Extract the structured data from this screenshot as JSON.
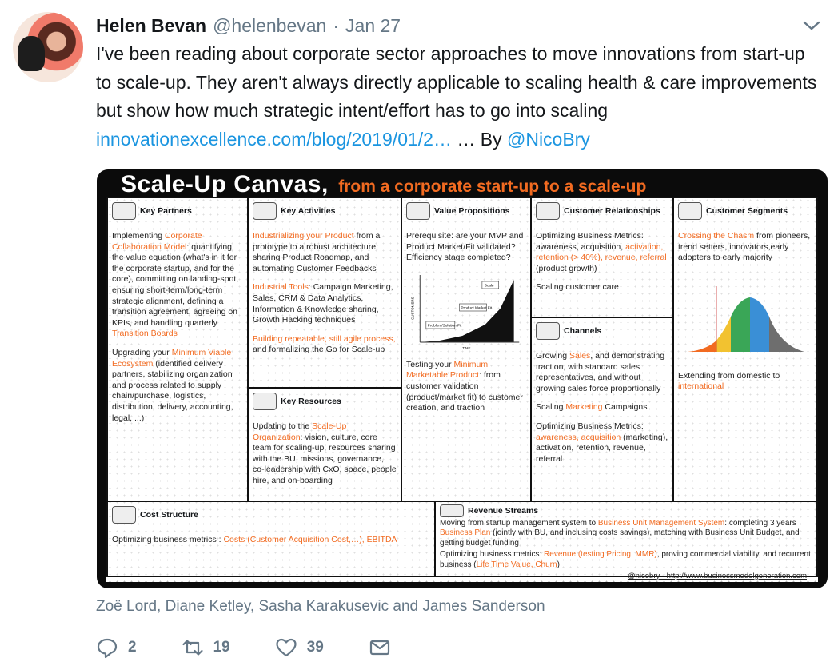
{
  "tweet": {
    "author_name": "Helen Bevan",
    "handle": "@helenbevan",
    "separator": "·",
    "date": "Jan 27",
    "text_before_link": "I've been reading about corporate sector approaches to move innovations from start-up to scale-up. They aren't always directly applicable to scaling health & care improvements but show how much strategic intent/effort has to go into scaling ",
    "link_text": "innovationexcellence.com/blog/2019/01/2…",
    "text_between": " … By ",
    "mention": "@NicoBry"
  },
  "canvas": {
    "title": "Scale-Up Canvas,",
    "subtitle": "from a corporate start-up to a scale-up",
    "credit": "@nicobry - http://www.businessmodelgeneration.com",
    "key_partners": {
      "title": "Key Partners",
      "p1_a": "Implementing ",
      "p1_b": "Corporate Collaboration Model",
      "p1_c": ": quantifying the value equation (what's in it for the corporate startup, and for the core), committing on landing-spot, ensuring short-term/long-term strategic alignment, defining a transition agreement, agreeing on KPIs, and handling quarterly ",
      "p1_d": "Transition Boards",
      "p2_a": "Upgrading your ",
      "p2_b": "Minimum Viable Ecosystem",
      "p2_c": " (identified delivery partners, stabilizing organization and process related to supply chain/purchase, logistics, distribution, delivery, accounting, legal, ...)"
    },
    "key_activities": {
      "title": "Key Activities",
      "p1_a": "Industrializing your Product",
      "p1_b": " from a prototype to a robust architecture; sharing Product Roadmap, and automating Customer Feedbacks",
      "p2_a": "Industrial Tools",
      "p2_b": ": Campaign Marketing, Sales, CRM & Data Analytics, Information & Knowledge sharing, Growth Hacking techniques",
      "p3_a": "Building repeatable, still agile process,",
      "p3_b": " and formalizing the Go for Scale-up"
    },
    "key_resources": {
      "title": "Key Resources",
      "p1_a": "Updating to the ",
      "p1_b": "Scale-Up Organization",
      "p1_c": ": vision, culture, core team for scaling-up, resources sharing with the BU, missions, governance, co-leadership with CxO, space, people hire, and on-boarding"
    },
    "value_propositions": {
      "title": "Value Propositions",
      "p1": "Prerequisite: are your MVP and Product Market/Fit validated? Efficiency stage completed?",
      "p2_a": "Testing your ",
      "p2_b": "Minimum Marketable Product",
      "p2_c": ": from customer validation (product/market fit) to customer creation, and traction",
      "mini": {
        "s1": "Problem/Solution Fit",
        "s2": "Product Market Fit",
        "s3": "Scale",
        "ylabel": "CUSTOMERS",
        "xlabel": "TIME"
      }
    },
    "customer_relationships": {
      "title": "Customer Relationships",
      "p1_a": "Optimizing Business Metrics: awareness, acquisition, ",
      "p1_b": "activation, retention (> 40%), revenue, referral",
      "p1_c": " (product growth)",
      "p2": "Scaling customer care"
    },
    "channels": {
      "title": "Channels",
      "p1_a": "Growing ",
      "p1_b": "Sales",
      "p1_c": ", and demonstrating traction, with standard sales representatives, and without growing sales force proportionally",
      "p2_a": "Scaling ",
      "p2_b": "Marketing",
      "p2_c": " Campaigns",
      "p3_a": "Optimizing Business Metrics: ",
      "p3_b": "awareness, acquisition",
      "p3_c": " (marketing), activation, retention, revenue, referral"
    },
    "customer_segments": {
      "title": "Customer Segments",
      "p1_a": "Crossing the Chasm",
      "p1_b": " from pioneers, trend setters, innovators,early adopters to early majority",
      "p2_a": "Extending from domestic to ",
      "p2_b": "international",
      "bell_colors": [
        "#f26b21",
        "#f2c230",
        "#3aa657",
        "#3a8fd6",
        "#6e6e6e"
      ]
    },
    "cost_structure": {
      "title": "Cost Structure",
      "p1_a": "Optimizing business metrics : ",
      "p1_b": "Costs (Customer Acquisition Cost,…), EBITDA"
    },
    "revenue_streams": {
      "title": "Revenue Streams",
      "p1_a": "Moving from startup management system to ",
      "p1_b": "Business Unit Management System",
      "p1_c": ": completing 3 years ",
      "p1_d": "Business Plan",
      "p1_e": " (jointly with BU, and inclusing costs savings), matching with Business Unit Budget, and getting budget funding",
      "p2_a": "Optimizing business metrics: ",
      "p2_b": "Revenue (testing Pricing, MMR)",
      "p2_c": ", proving commercial viability, and recurrent business (",
      "p2_d": "Life Time Value, Churn",
      "p2_e": ")"
    }
  },
  "likers": "Zoë Lord, Diane Ketley, Sasha Karakusevic and James Sanderson",
  "actions": {
    "reply_count": "2",
    "retweet_count": "19",
    "like_count": "39",
    "icons": [
      "reply-icon",
      "retweet-icon",
      "like-icon",
      "message-icon"
    ]
  },
  "colors": {
    "link": "#1b95e0",
    "muted": "#657786",
    "accent": "#f26b21"
  }
}
